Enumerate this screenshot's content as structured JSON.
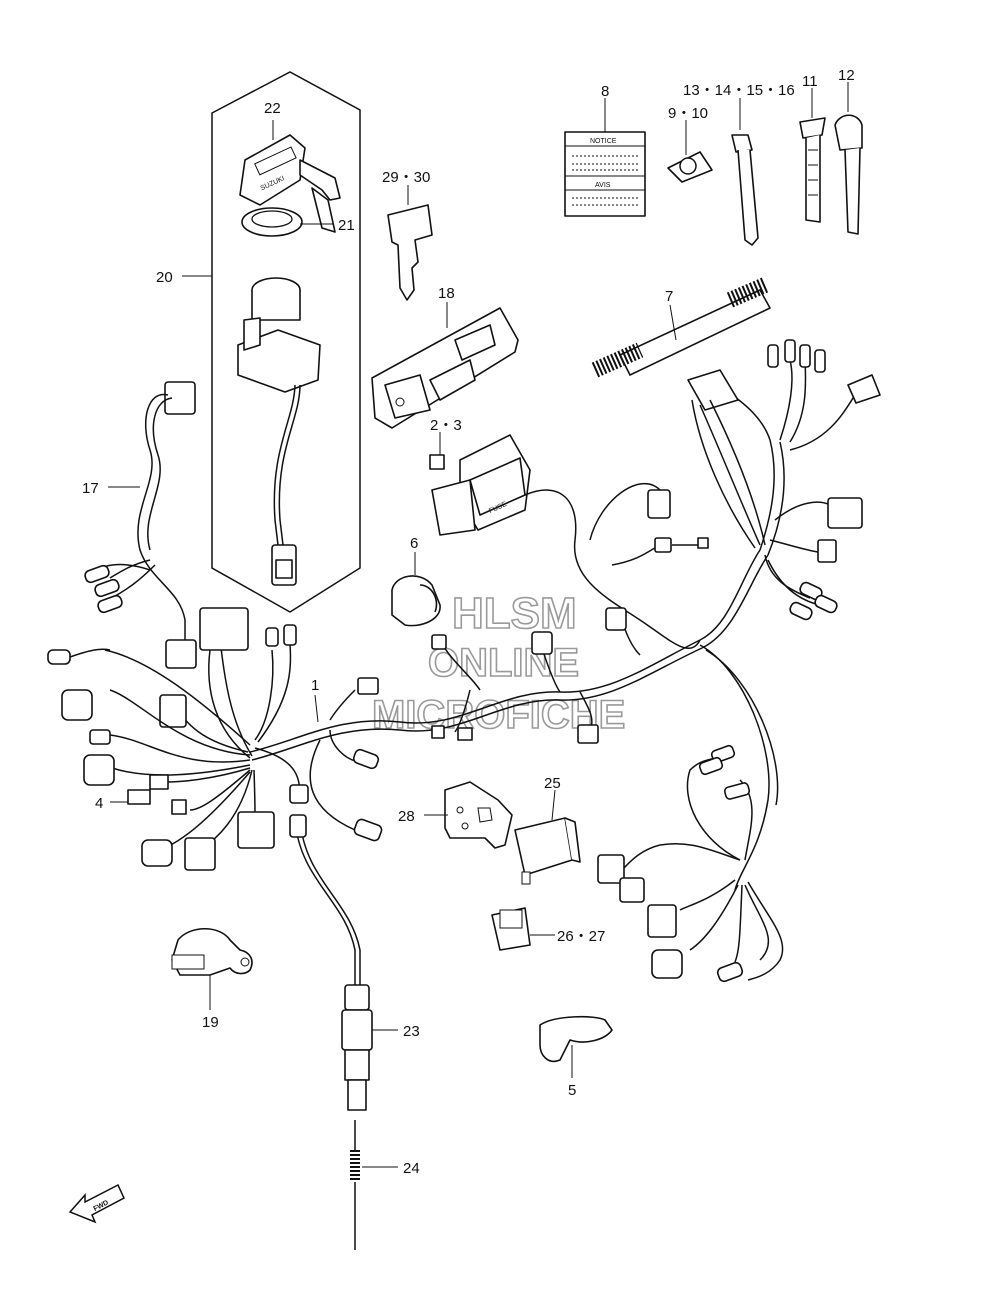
{
  "watermark": {
    "line1": "HLSM",
    "line2": "ONLINE",
    "line3": "MICROFICHE"
  },
  "fwd_badge": "FWD",
  "labels": {
    "p1": "1",
    "p2_3": "2・3",
    "p4": "4",
    "p5": "5",
    "p6": "6",
    "p7": "7",
    "p8": "8",
    "p9_10": "9・10",
    "p11": "11",
    "p12": "12",
    "p13_16": "13・14・15・16",
    "p17": "17",
    "p18": "18",
    "p19": "19",
    "p20": "20",
    "p21": "21",
    "p22": "22",
    "p23": "23",
    "p24": "24",
    "p25": "25",
    "p26_27": "26・27",
    "p28": "28",
    "p29_30": "29・30"
  },
  "part_text": {
    "fuse": "FUSE",
    "key_brand": "SUZUKI",
    "notice": "NOTICE",
    "avis": "AVIS"
  },
  "icons": [
    "ignition-switch-icon",
    "key-icon",
    "fuse-box-icon",
    "relay-icon",
    "coupler-icon",
    "cable-tie-icon",
    "fwd-arrow-icon"
  ]
}
